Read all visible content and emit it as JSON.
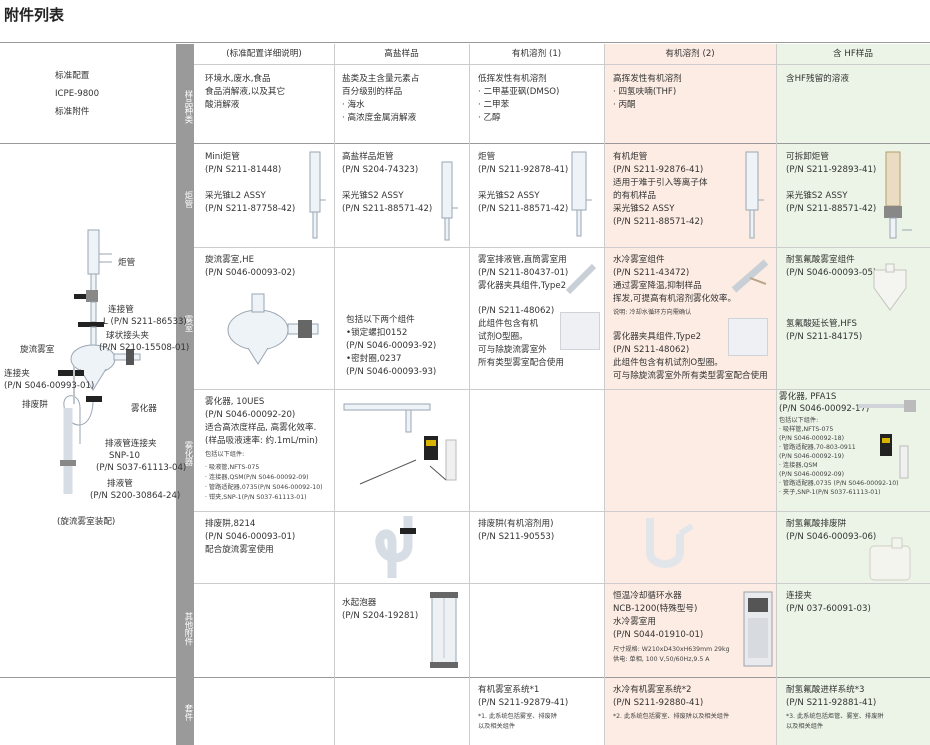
{
  "page_title": "附件列表",
  "left_panel": {
    "config_lines": [
      "标准配置",
      "ICPE-9800",
      "标准附件"
    ],
    "torch_label": "炬管",
    "connector_pipe": "连接管",
    "connector_pipe_pn": "L (P/N S211-86533)",
    "ball_joint": "球状接头夹",
    "ball_joint_pn": "(P/N S210-15508-01)",
    "cyclone": "旋流雾室",
    "clamp": "连接夹",
    "clamp_pn": "(P/N S046-00993-01)",
    "drain": "排废阱",
    "nebulizer": "雾化器",
    "drain_connector": "排液管连接夹",
    "drain_connector_model": "SNP-10",
    "drain_connector_pn": "(P/N S037-61113-04)",
    "drain_tube": "排液管",
    "drain_tube_pn": "(P/N S200-30864-24)",
    "assembly_caption": "(旋流雾室装配)"
  },
  "columns": [
    "(标准配置详细说明)",
    "高盐样品",
    "有机溶剂 (1)",
    "有机溶剂 (2)",
    "含 HF样品"
  ],
  "row_labels": {
    "sample_type": "样品种类",
    "torch": "炬管",
    "spray_chamber": "雾室",
    "nebulizer": "雾化器",
    "other": "其他附件",
    "kit": "套件"
  },
  "sample_type": {
    "standard": [
      "环境水,废水,食品",
      "食品消解液,以及其它",
      "酸消解液"
    ],
    "high_salt": [
      "盐类及主含量元素占",
      "百分级别的样品",
      "· 海水",
      "· 高浓度金属消解液"
    ],
    "org1": [
      "低挥发性有机溶剂",
      "· 二甲基亚砜(DMSO)",
      "· 二甲苯",
      "· 乙醇"
    ],
    "org2": [
      "高挥发性有机溶剂",
      "· 四氢呋喃(THF)",
      "· 丙酮"
    ],
    "hf": [
      "含HF残留的溶液"
    ]
  },
  "torch": {
    "standard": [
      "Mini炬管",
      "(P/N S211-81448)",
      "",
      "采光锥L2 ASSY",
      "(P/N S211-87758-42)"
    ],
    "high_salt": [
      "高盐样品炬管",
      "(P/N S204-74323)",
      "",
      "采光锥S2 ASSY",
      "(P/N S211-88571-42)"
    ],
    "org1": [
      "炬管",
      "(P/N S211-92878-41)",
      "",
      "采光锥S2 ASSY",
      "(P/N S211-88571-42)"
    ],
    "org2": [
      "有机炬管",
      "(P/N S211-92876-41)",
      "适用于难于引入等离子体",
      "的有机样品",
      "采光锥S2 ASSY",
      "(P/N S211-88571-42)"
    ],
    "hf": [
      "可拆卸炬管",
      "(P/N S211-92893-41)",
      "",
      "采光锥S2 ASSY",
      "(P/N S211-88571-42)"
    ]
  },
  "spray": {
    "standard_top": [
      "旋流雾室,HE",
      "(P/N S046-00093-02)"
    ],
    "standard_parts": [
      "包括以下两个组件",
      "•锁定螺扣0152",
      "(P/N S046-00093-92)",
      "•密封圈,0237",
      "(P/N S046-00093-93)"
    ],
    "org1_top": [
      "雾室排液管,直筒雾室用",
      "(P/N S211-80437-01)",
      "雾化器夹具组件,Type2"
    ],
    "org1_bottom": [
      "(P/N S211-48062)",
      "此组件包含有机",
      "试剂O型圈。",
      "可与除旋流雾室外",
      "所有类型雾室配合使用"
    ],
    "org2_top": [
      "水冷雾室组件",
      "(P/N S211-43472)",
      "通过雾室降温,抑制样品",
      "挥发,可提高有机溶剂雾化效率。"
    ],
    "org2_note": "说明: 冷却水循环方向需确认",
    "org2_bottom": [
      "雾化器夹具组件,Type2",
      "(P/N S211-48062)",
      "此组件包含有机试剂O型圈。",
      "可与除旋流雾室外所有类型雾室配合使用"
    ],
    "hf_top": [
      "耐氢氟酸雾室组件",
      "(P/N S046-00093-05)"
    ],
    "hf_bottom": [
      "氢氟酸延长管,HFS",
      "(P/N S211-84175)"
    ]
  },
  "nebulizer": {
    "standard": [
      "雾化器, 10UES",
      "(P/N S046-00092-20)",
      "适合高浓度样品, 高雾化效率.",
      "(样品吸液速率: 约.1mL/min)"
    ],
    "standard_parts_title": "包括以下组件:",
    "standard_parts": [
      "· 吸液管,NFTS-075",
      "· 连接器,QSM(P/N S046-00092-09)",
      "· 管路适配器,0735(P/N S046-00092-10)",
      "· 钳夹,SNP-1(P/N S037-61113-01)"
    ],
    "hf": [
      "雾化器, PFA1S",
      "(P/N S046-00092-17)"
    ],
    "hf_parts": [
      "包括以下组件:",
      "· 吸样管,NFTS-075",
      "(P/N S046-00092-18)",
      "· 管路适配器,70-803-0911",
      "(P/N S046-00092-19)",
      "· 连接器,QSM",
      "(P/N S046-00092-09)",
      "· 管路适配器,0735 (P/N S046-00092-10)",
      "· 夹子,SNP-1(P/N S037-61113-01)"
    ]
  },
  "drain_row": {
    "standard": [
      "排废阱,8214",
      "(P/N S046-00093-01)",
      "配合旋流雾室使用"
    ],
    "org1": [
      "排废阱(有机溶剂用)",
      "(P/N S211-90553)"
    ],
    "hf": [
      "耐氢氟酸排废阱",
      "(P/N S046-00093-06)"
    ]
  },
  "other": {
    "high_salt": [
      "水起泡器",
      "(P/N S204-19281)"
    ],
    "org2": [
      "恒温冷却循环水器",
      "NCB-1200(特殊型号)",
      "水冷雾室用",
      "(P/N S044-01910-01)"
    ],
    "org2_spec": [
      "尺寸规格: W210xD430xH639mm 29kg",
      "供电: 单相, 100 V,50/60Hz,9.5 A"
    ],
    "hf": [
      "连接夹",
      "(P/N 037-60091-03)"
    ]
  },
  "kit": {
    "org1": [
      "有机雾室系统*1",
      "(P/N S211-92879-41)"
    ],
    "org1_note": [
      "*1. 此系统包括雾室、排废阱",
      "以及相关组件"
    ],
    "org2": [
      "水冷有机雾室系统*2",
      "(P/N S211-92880-41)"
    ],
    "org2_note": [
      "*2. 此系统包括雾室、排废阱以及相关组件"
    ],
    "hf": [
      "耐氢氟酸进样系统*3",
      "(P/N S211-92881-41)"
    ],
    "hf_note": [
      "*3. 此系统包括炬管、雾室、排废阱",
      "以及相关组件"
    ]
  },
  "colors": {
    "org2_bg": "#fdece3",
    "hf_bg": "#ebf4e6",
    "row_label_bg": "#9a9a9a"
  }
}
